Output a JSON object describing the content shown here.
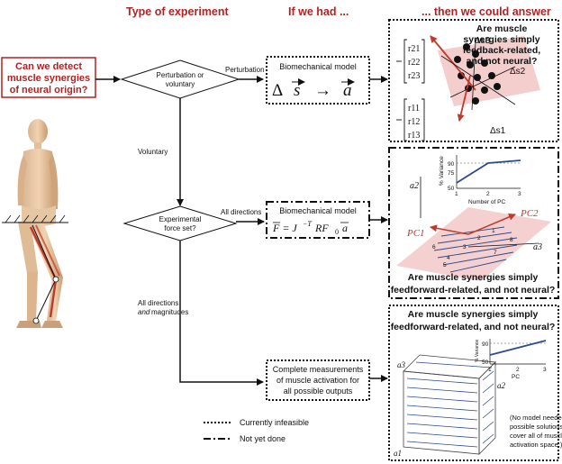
{
  "headers": {
    "type_of_experiment": "Type of experiment",
    "if_we_had": "If we had ...",
    "then_we_could_answer": "... then we could answer"
  },
  "start_question": [
    "Can we detect",
    "muscle synergies",
    "of neural origin?"
  ],
  "decisions": {
    "perturbation_or_voluntary": [
      "Perturbation or",
      "voluntary"
    ],
    "experimental_force_set": [
      "Experimental",
      "force set?"
    ]
  },
  "edge_labels": {
    "perturbation": "Perturbation",
    "voluntary": "Voluntary",
    "all_directions": "All directions",
    "all_directions_magnitudes": [
      "All directions",
      "and",
      "magnitudes"
    ]
  },
  "requirements": {
    "biomech_1": {
      "title": "Biomechanical model",
      "eq_lhs": "Δ",
      "eq_s": "s",
      "eq_arrow": "→",
      "eq_a": "a"
    },
    "biomech_2": {
      "title": "Biomechanical model",
      "eq": "F = J",
      "eq_sup": "−T",
      "eq_rest": "RF",
      "eq_sub": "0",
      "eq_a": "a"
    },
    "complete": [
      "Complete measurements",
      "of muscle activation for",
      "all possible outputs"
    ]
  },
  "answers": {
    "a1": {
      "question": [
        "Are muscle",
        "synergies simply",
        "feedback-related,",
        "and not neural?"
      ],
      "matrix_top": [
        "r21",
        "r22",
        "r23"
      ],
      "matrix_bottom": [
        "r11",
        "r12",
        "r13"
      ],
      "labels": [
        "Δs3",
        "Δs2",
        "Δs1"
      ]
    },
    "a2": {
      "question": [
        "Are muscle synergies simply",
        "feedforward-related, and not neural?"
      ],
      "inset": {
        "ylabel": "% Variance",
        "xlabel": "Number of PC",
        "yticks": [
          "50",
          "75",
          "90"
        ],
        "xticks": [
          "1",
          "2",
          "3"
        ]
      },
      "axes": [
        "a2",
        "a3"
      ],
      "pcs": [
        "PC1",
        "PC2"
      ],
      "numbers": [
        "1",
        "2",
        "3",
        "4",
        "5",
        "6",
        "7",
        "8"
      ]
    },
    "a3": {
      "question": [
        "Are muscle synergies simply",
        "feedforward-related, and not neural?"
      ],
      "inset": {
        "ylabel": "% Variance",
        "xlabel": "PC",
        "yticks": [
          "50",
          "90"
        ],
        "xticks": [
          "1",
          "2",
          "3"
        ]
      },
      "axes": [
        "a3",
        "a2",
        "a1"
      ],
      "note": [
        "(No model needed:",
        "possible solutions",
        "cover all of muscle",
        "activation space.)"
      ]
    }
  },
  "legend": {
    "dotted": "Currently infeasible",
    "dashdot": "Not yet done"
  },
  "colors": {
    "header_red": "#b22222",
    "arrow_red": "#c0392b",
    "pink_plane": "#f2c4c4",
    "blue_line": "#2c4a8c"
  }
}
